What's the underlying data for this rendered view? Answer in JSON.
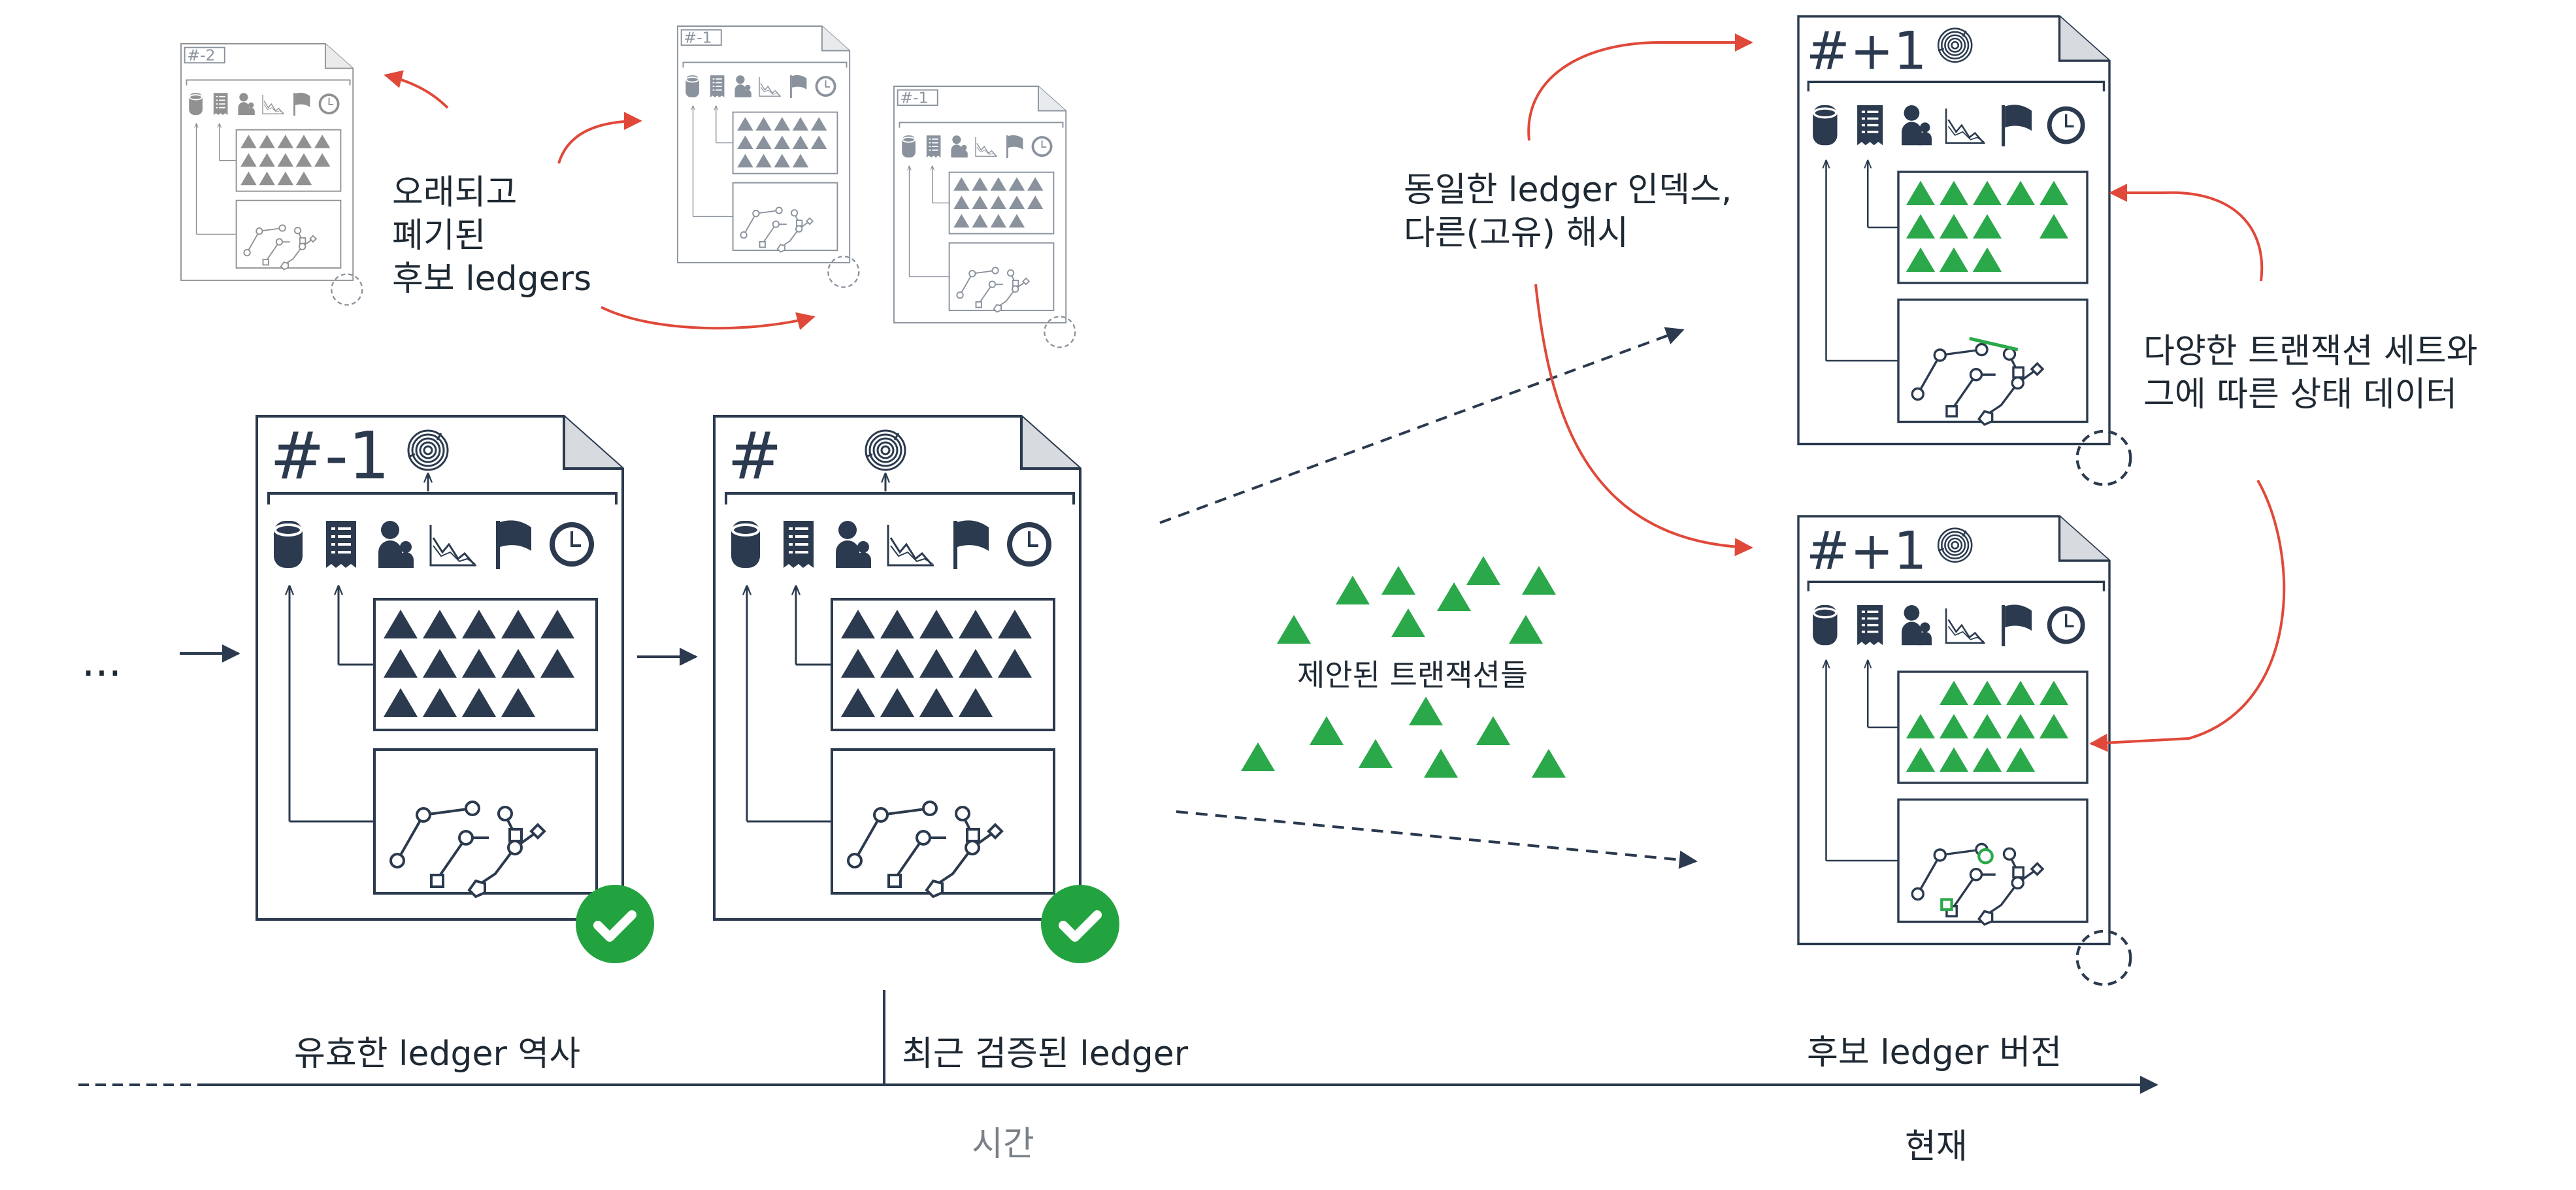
{
  "labels": {
    "old_candidates": "오래되고\n폐기된\n후보 ledgers",
    "same_index": "동일한 ledger 인덱스,\n다른(고유) 해시",
    "varied_sets": "다양한 트랜잭션 세트와\n그에 따른 상태 데이터",
    "proposed": "제안된 트랜잭션들",
    "ellipsis": "...",
    "valid_history": "유효한 ledger 역사",
    "latest_validated": "최근 검증된 ledger",
    "candidate_versions": "후보 ledger 버전",
    "time": "시간",
    "now": "현재"
  },
  "ledgers": {
    "old_minus2": "#-2",
    "old_minus1_a": "#-1",
    "old_minus1_b": "#-1",
    "valid_minus1": "#-1",
    "latest": "#",
    "candidate_a": "#+1",
    "candidate_b": "#+1"
  },
  "colors": {
    "ink": "#2b3a4e",
    "faded": "#8a9290",
    "red_arrow": "#e0493a",
    "green": "#2aa84a",
    "check_green": "#23a33f"
  },
  "icons": [
    "database-icon",
    "receipt-icon",
    "accounts-icon",
    "chart-icon",
    "flag-icon",
    "clock-icon",
    "fingerprint-icon",
    "checkmark-icon"
  ]
}
